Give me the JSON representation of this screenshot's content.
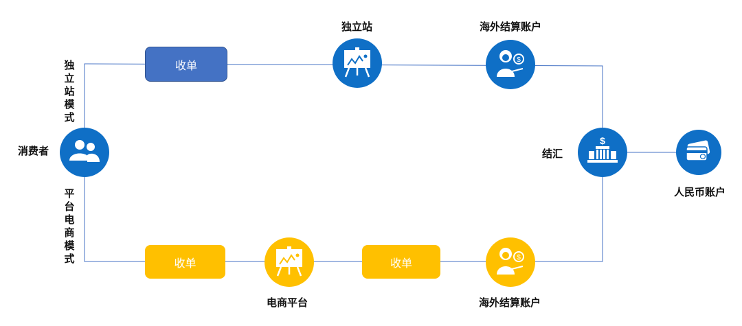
{
  "labels": {
    "consumer": "消费者",
    "independent_site": "独立站",
    "overseas_account_top": "海外结算账户",
    "exchange_settlement": "结汇",
    "rmb_account": "人民币账户",
    "ecommerce_platform": "电商平台",
    "overseas_account_bottom": "海外结算账户",
    "independent_site_mode": "独立站模式",
    "platform_ecommerce_mode": "平台电商模式"
  },
  "boxes": {
    "top_collect": "收单",
    "bottom_collect_left": "收单",
    "bottom_collect_right": "收单"
  },
  "icons": {
    "consumer": "users-icon",
    "independent_site": "presentation-board-icon",
    "overseas_account_top": "cashier-icon",
    "exchange_settlement": "bank-icon",
    "rmb_account": "credit-card-icon",
    "ecommerce_platform": "presentation-board-icon",
    "overseas_account_bottom": "cashier-icon"
  },
  "colors": {
    "blue": "#0f6fc6",
    "box_blue": "#4472c4",
    "yellow": "#ffc000",
    "line": "#4472c4"
  }
}
